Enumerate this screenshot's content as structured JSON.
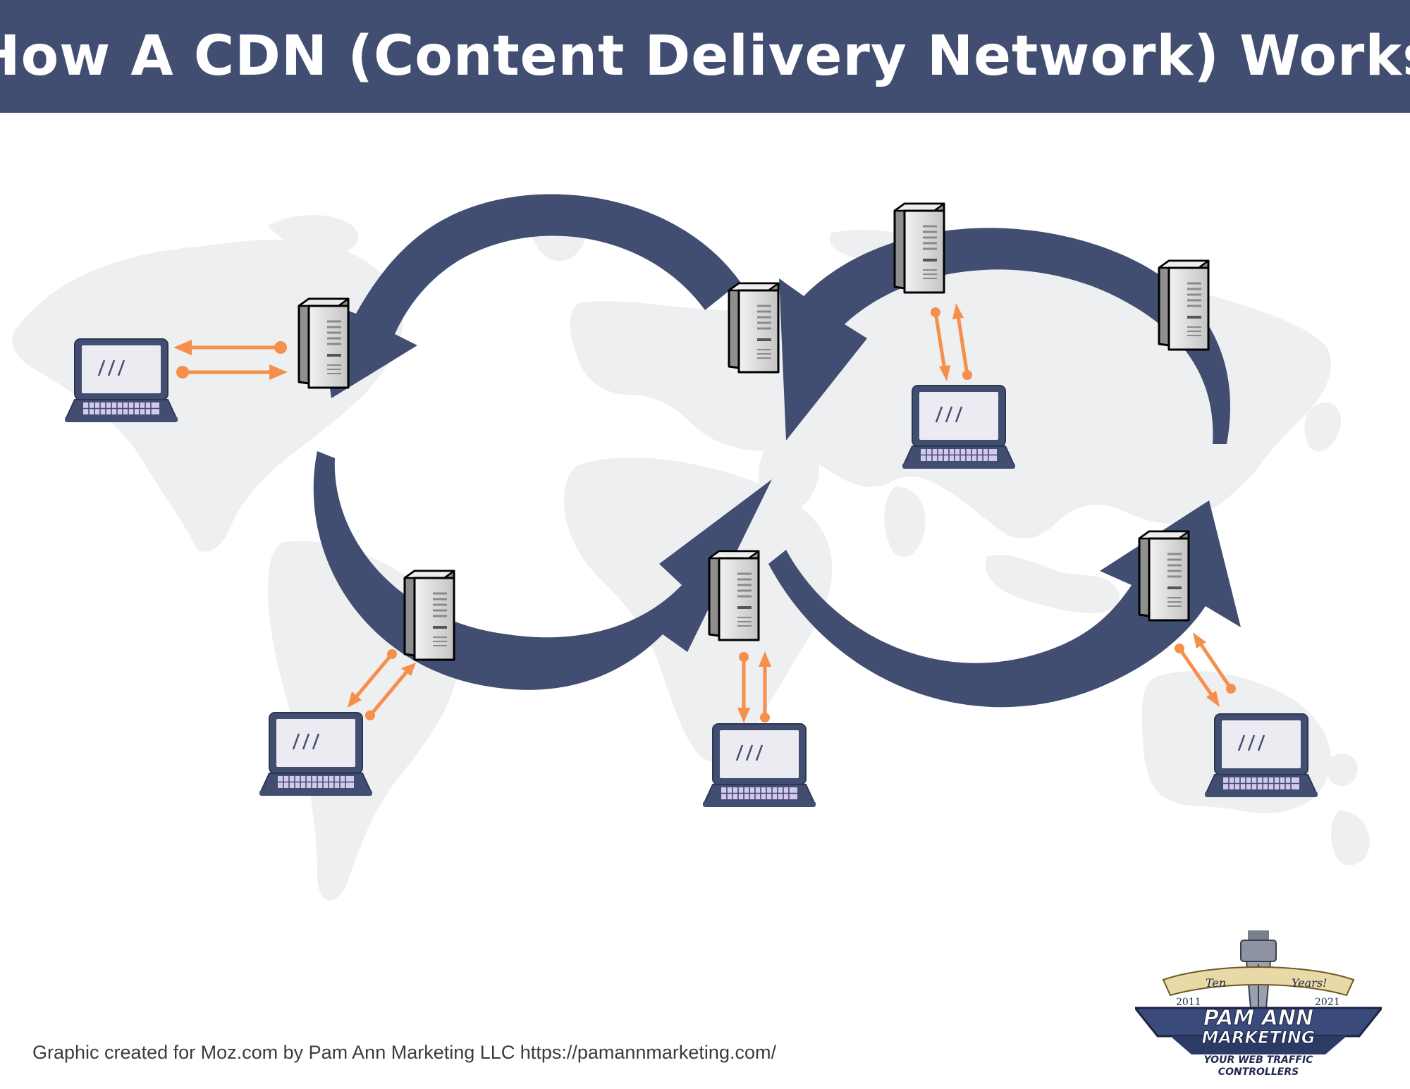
{
  "title": "How A CDN (Content Delivery Network) Works",
  "credit": "Graphic created for Moz.com by Pam Ann Marketing LLC https://pamannmarketing.com/",
  "logo": {
    "ten": "Ten",
    "years": "Years!",
    "year_start": "2011",
    "year_end": "2021",
    "name_line1": "PAM ANN",
    "name_line2": "MARKETING",
    "tagline_line1": "YOUR WEB TRAFFIC",
    "tagline_line2": "CONTROLLERS"
  },
  "colors": {
    "title_bar": "#414e71",
    "loop_arrows": "#414e71",
    "connection_arrows": "#f58f4b",
    "world_map": "#eeeff0",
    "server_body": "#d6d6d6",
    "laptop_frame": "#414e71",
    "laptop_keys": "#d2c9ec"
  },
  "icons": {
    "server": "server-tower-icon",
    "client": "laptop-icon"
  }
}
